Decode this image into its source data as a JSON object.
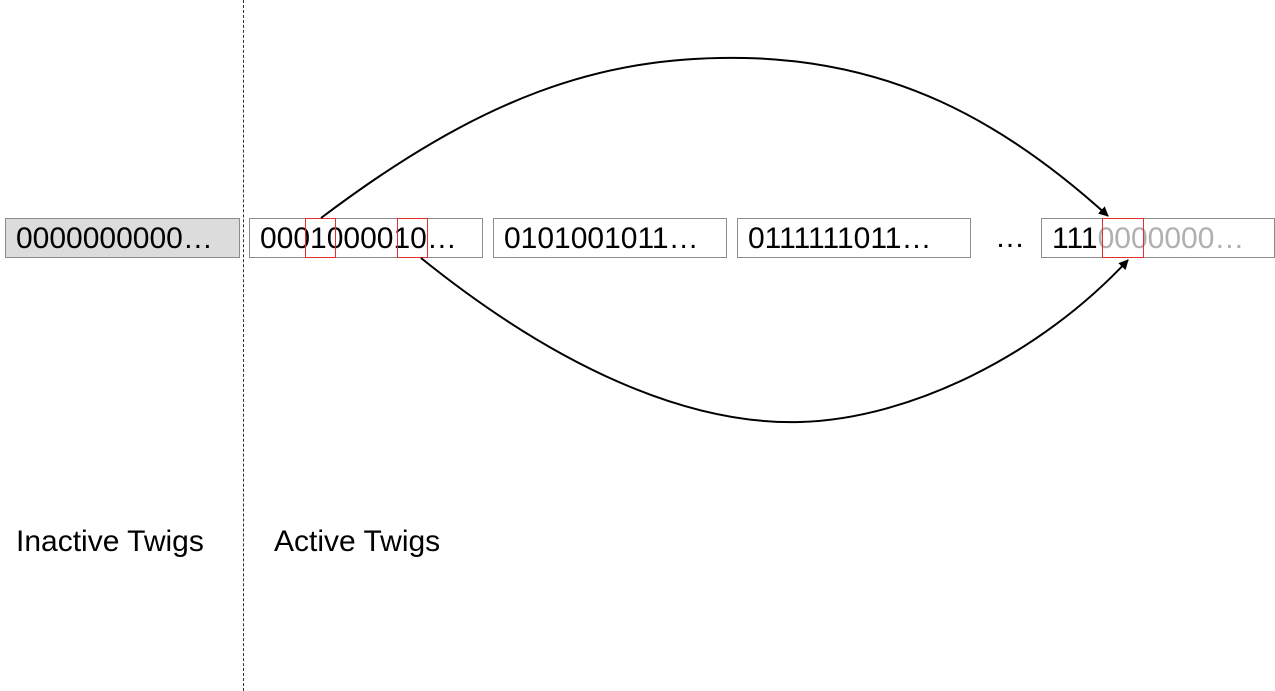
{
  "inactive_twig": {
    "text": "0000000000…"
  },
  "active_twigs": [
    {
      "text": "0001000010…"
    },
    {
      "text": "0101001011…"
    },
    {
      "text": "0111111011…"
    }
  ],
  "gap_ellipsis": "…",
  "last_twig": {
    "prefix": "111",
    "suffix": "0000000…"
  },
  "labels": {
    "inactive": "Inactive Twigs",
    "active": "Active Twigs"
  },
  "colors": {
    "highlight": "#e03030",
    "inactive_fill": "#dcdcdc",
    "faded_text": "#b0b0b0"
  }
}
